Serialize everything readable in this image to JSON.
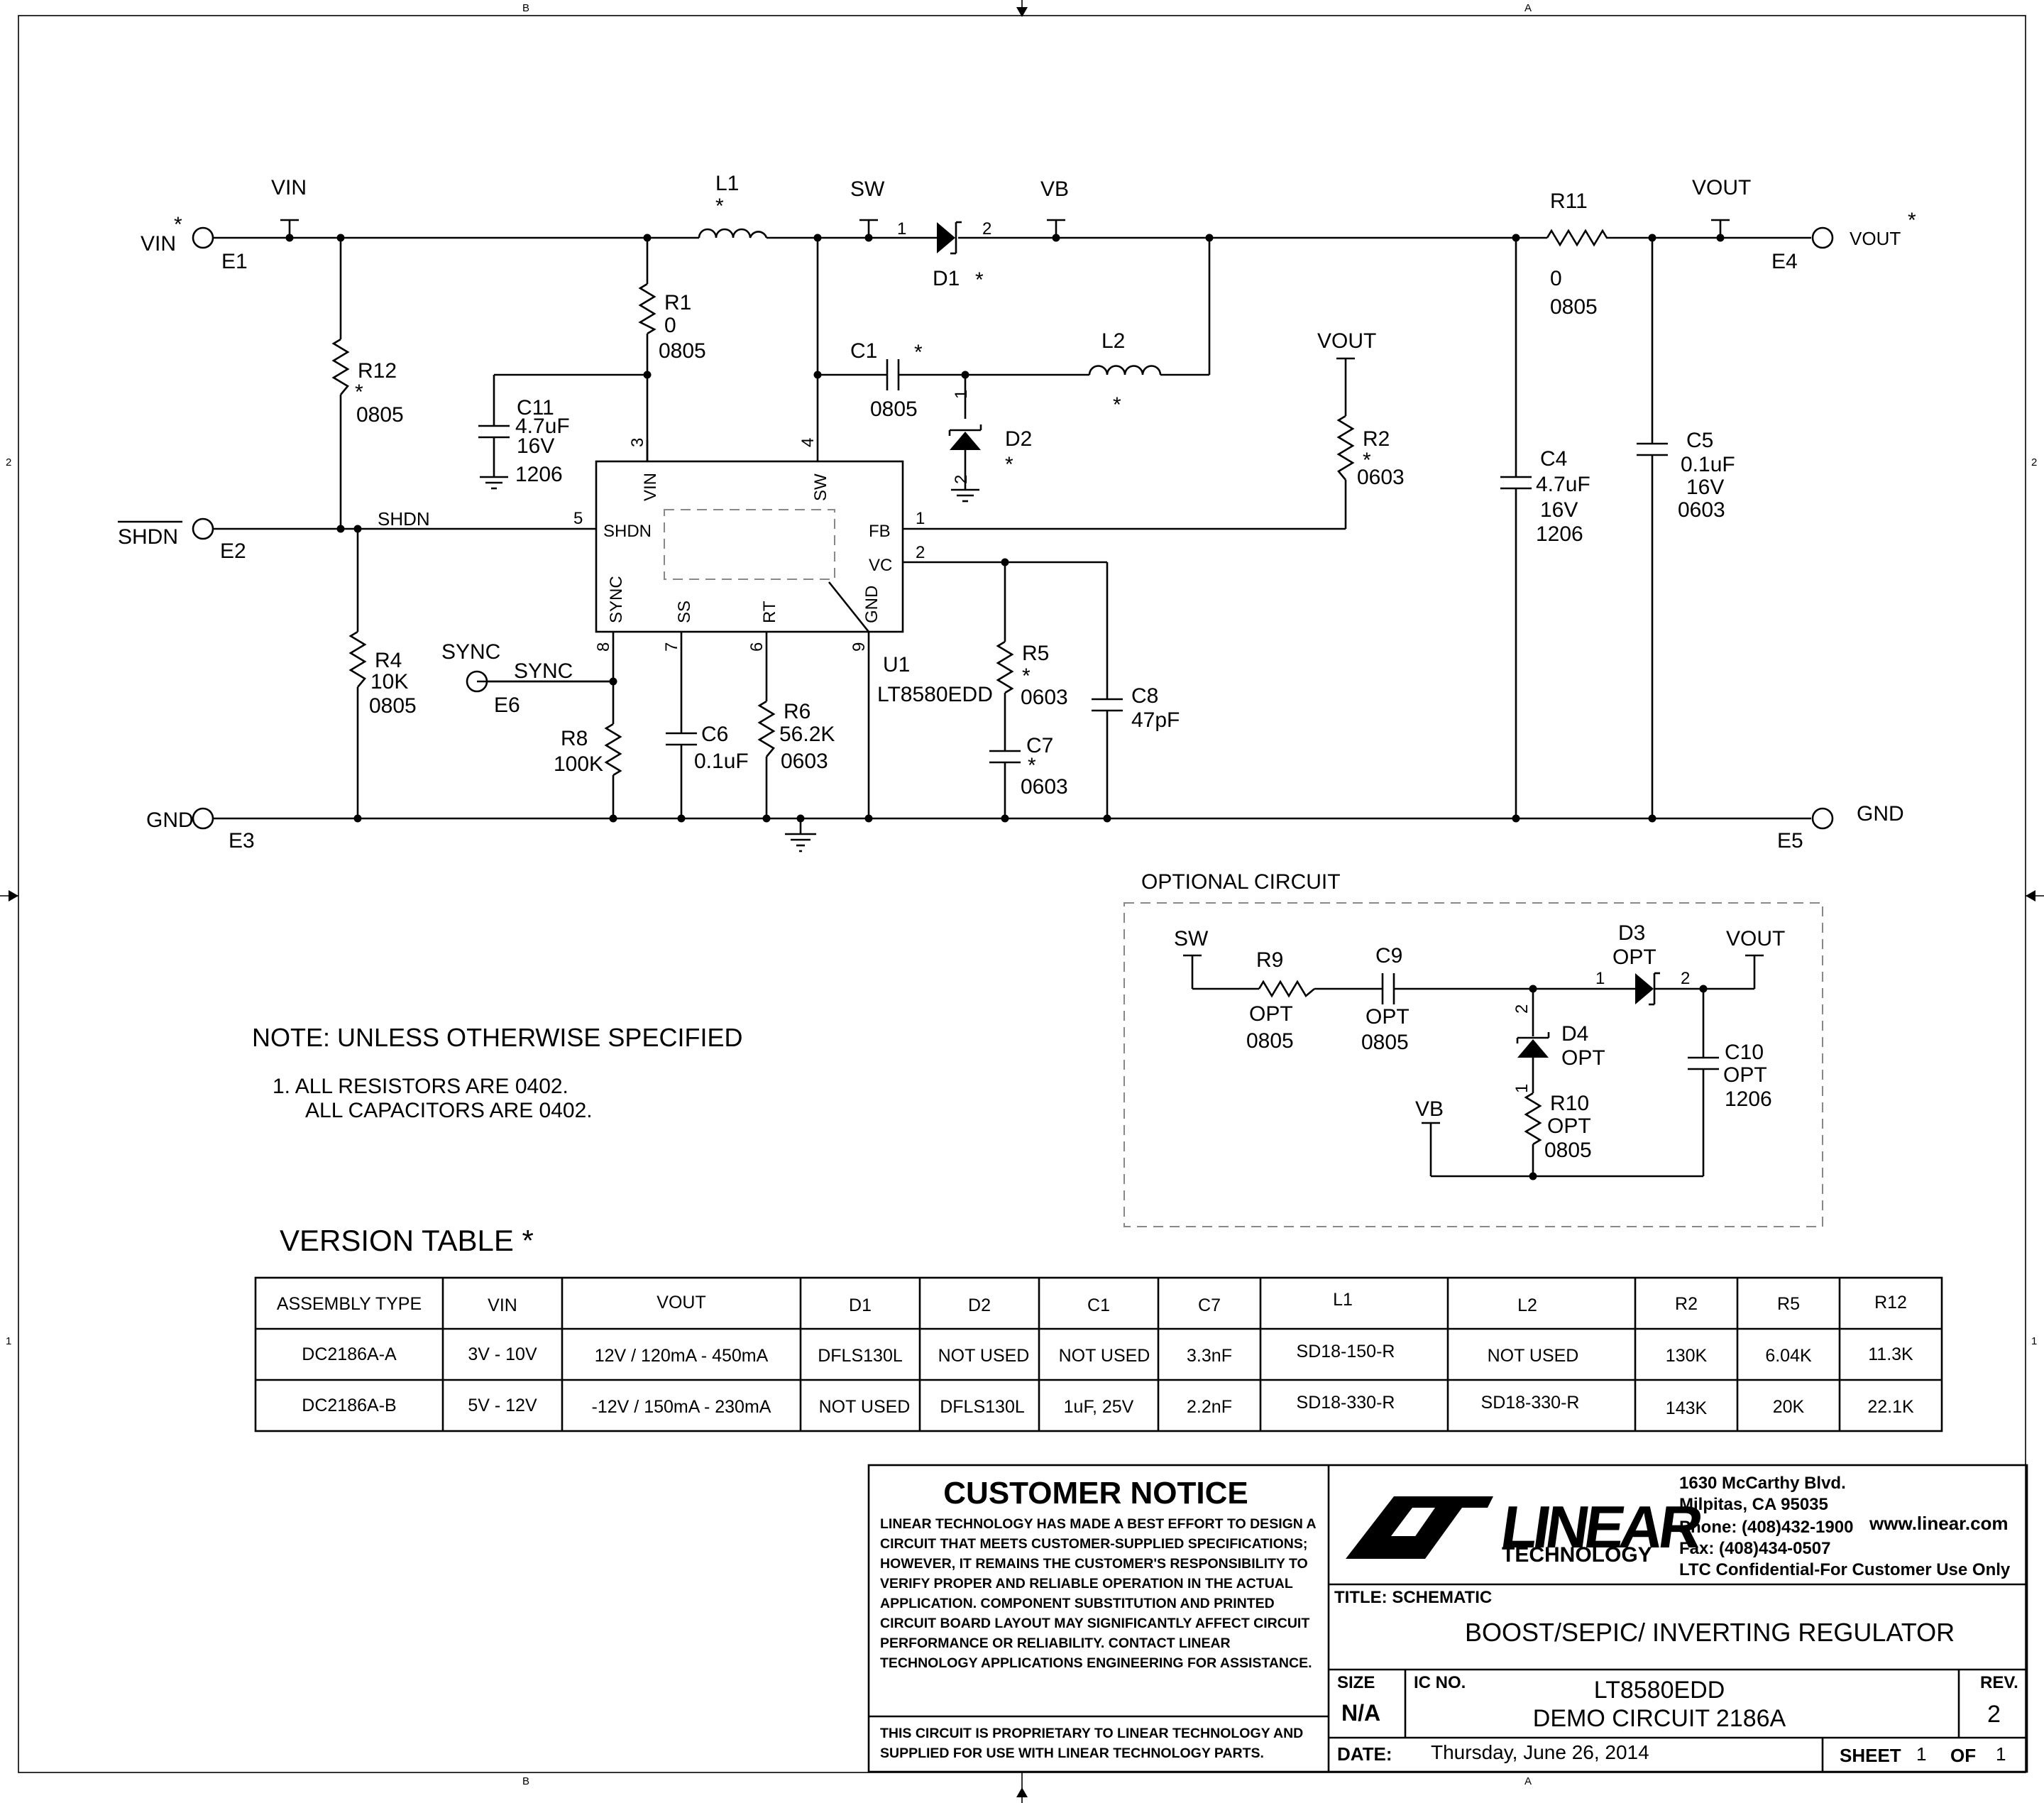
{
  "frame": {
    "col_b": "B",
    "col_a": "A",
    "row_2": "2",
    "row_1": "1"
  },
  "nets": {
    "vin": "VIN",
    "sw": "SW",
    "vb": "VB",
    "vout": "VOUT",
    "shdn": "SHDN",
    "sync": "SYNC",
    "gnd": "GND",
    "star": "*"
  },
  "terminals": {
    "e1": "E1",
    "e2": "E2",
    "e3": "E3",
    "e4": "E4",
    "e5": "E5",
    "e6": "E6",
    "vin_label": "VIN",
    "shdn_label": "SHDN",
    "gnd_label": "GND",
    "vout_label": "VOUT",
    "gnd_right_label": "GND",
    "sync_label": "SYNC"
  },
  "components": {
    "l1": "L1",
    "l2": "L2",
    "d1": "D1",
    "d2": "D2",
    "c1": {
      "ref": "C1",
      "pkg": "0805"
    },
    "r1": {
      "ref": "R1",
      "val": "0",
      "pkg": "0805"
    },
    "r12": {
      "ref": "R12",
      "pkg": "0805"
    },
    "c11": {
      "ref": "C11",
      "val": "4.7uF",
      "volt": "16V",
      "pkg": "1206"
    },
    "r4": {
      "ref": "R4",
      "val": "10K",
      "pkg": "0805"
    },
    "r8": {
      "ref": "R8",
      "val": "100K"
    },
    "c6": {
      "ref": "C6",
      "val": "0.1uF"
    },
    "r6": {
      "ref": "R6",
      "val": "56.2K",
      "pkg": "0603"
    },
    "r5": {
      "ref": "R5",
      "pkg": "0603"
    },
    "c7": {
      "ref": "C7",
      "pkg": "0603"
    },
    "c8": {
      "ref": "C8",
      "val": "47pF"
    },
    "r2": {
      "ref": "R2",
      "pkg": "0603"
    },
    "r11": {
      "ref": "R11",
      "val": "0",
      "pkg": "0805"
    },
    "c4": {
      "ref": "C4",
      "val": "4.7uF",
      "volt": "16V",
      "pkg": "1206"
    },
    "c5": {
      "ref": "C5",
      "val": "0.1uF",
      "volt": "16V",
      "pkg": "0603"
    },
    "u1": {
      "ref": "U1",
      "part": "LT8580EDD"
    }
  },
  "ic_pins": {
    "vin": "VIN",
    "sw": "SW",
    "shdn": "SHDN",
    "fb": "FB",
    "vc": "VC",
    "sync": "SYNC",
    "ss": "SS",
    "rt": "RT",
    "gnd": "GND",
    "n1": "1",
    "n2": "2",
    "n3": "3",
    "n4": "4",
    "n5": "5",
    "n6": "6",
    "n7": "7",
    "n8": "8",
    "n9": "9"
  },
  "diode_pins": {
    "one": "1",
    "two": "2"
  },
  "optional": {
    "title": "OPTIONAL CIRCUIT",
    "sw": "SW",
    "vout": "VOUT",
    "vb": "VB",
    "r9": {
      "ref": "R9",
      "val": "OPT",
      "pkg": "0805"
    },
    "c9": {
      "ref": "C9",
      "val": "OPT",
      "pkg": "0805"
    },
    "d3": {
      "ref": "D3",
      "val": "OPT"
    },
    "d4": {
      "ref": "D4",
      "val": "OPT"
    },
    "r10": {
      "ref": "R10",
      "val": "OPT",
      "pkg": "0805"
    },
    "c10": {
      "ref": "C10",
      "val": "OPT",
      "pkg": "1206"
    }
  },
  "notes": {
    "heading": "NOTE: UNLESS OTHERWISE SPECIFIED",
    "line1": "1.  ALL RESISTORS ARE 0402.",
    "line2": "ALL CAPACITORS ARE 0402."
  },
  "version_table": {
    "title": "VERSION TABLE  *",
    "headers": [
      "ASSEMBLY TYPE",
      "VIN",
      "VOUT",
      "D1",
      "D2",
      "C1",
      "C7",
      "L1",
      "L2",
      "R2",
      "R5",
      "R12"
    ],
    "rows": [
      [
        "DC2186A-A",
        "3V - 10V",
        "12V / 120mA - 450mA",
        "DFLS130L",
        "NOT USED",
        "NOT USED",
        "3.3nF",
        "SD18-150-R",
        "NOT USED",
        "130K",
        "6.04K",
        "11.3K"
      ],
      [
        "DC2186A-B",
        "5V - 12V",
        "-12V / 150mA - 230mA",
        "NOT USED",
        "DFLS130L",
        "1uF, 25V",
        "2.2nF",
        "SD18-330-R",
        "SD18-330-R",
        "143K",
        "20K",
        "22.1K"
      ]
    ]
  },
  "title_block": {
    "notice_title": "CUSTOMER NOTICE",
    "notice_lines": [
      "LINEAR TECHNOLOGY HAS MADE A BEST EFFORT TO DESIGN A",
      "CIRCUIT THAT MEETS CUSTOMER-SUPPLIED SPECIFICATIONS;",
      "HOWEVER, IT REMAINS THE CUSTOMER'S RESPONSIBILITY TO",
      "VERIFY PROPER AND RELIABLE OPERATION IN THE ACTUAL",
      "APPLICATION.  COMPONENT SUBSTITUTION AND PRINTED",
      "CIRCUIT BOARD LAYOUT MAY SIGNIFICANTLY AFFECT CIRCUIT",
      "PERFORMANCE OR RELIABILITY.  CONTACT LINEAR",
      "TECHNOLOGY APPLICATIONS ENGINEERING FOR ASSISTANCE."
    ],
    "proprietary_1": "THIS CIRCUIT IS PROPRIETARY TO LINEAR TECHNOLOGY AND",
    "proprietary_2": "SUPPLIED FOR USE WITH LINEAR TECHNOLOGY PARTS.",
    "logo_word": "LINEAR",
    "logo_sub": "TECHNOLOGY",
    "address_1": "1630 McCarthy Blvd.",
    "address_2": "Milpitas, CA 95035",
    "phone": "Phone: (408)432-1900",
    "web": "www.linear.com",
    "fax": "Fax: (408)434-0507",
    "confidential": "LTC Confidential-For Customer Use Only",
    "title_label": "TITLE:  SCHEMATIC",
    "title_value": "BOOST/SEPIC/ INVERTING REGULATOR",
    "size_label": "SIZE",
    "size_value": "N/A",
    "ic_label": "IC NO.",
    "ic_value_1": "LT8580EDD",
    "ic_value_2": "DEMO CIRCUIT 2186A",
    "rev_label": "REV.",
    "rev_value": "2",
    "date_label": "DATE:",
    "date_value": "Thursday, June 26, 2014",
    "sheet_label": "SHEET",
    "sheet_value": "1",
    "of_label": "OF",
    "of_value": "1"
  }
}
